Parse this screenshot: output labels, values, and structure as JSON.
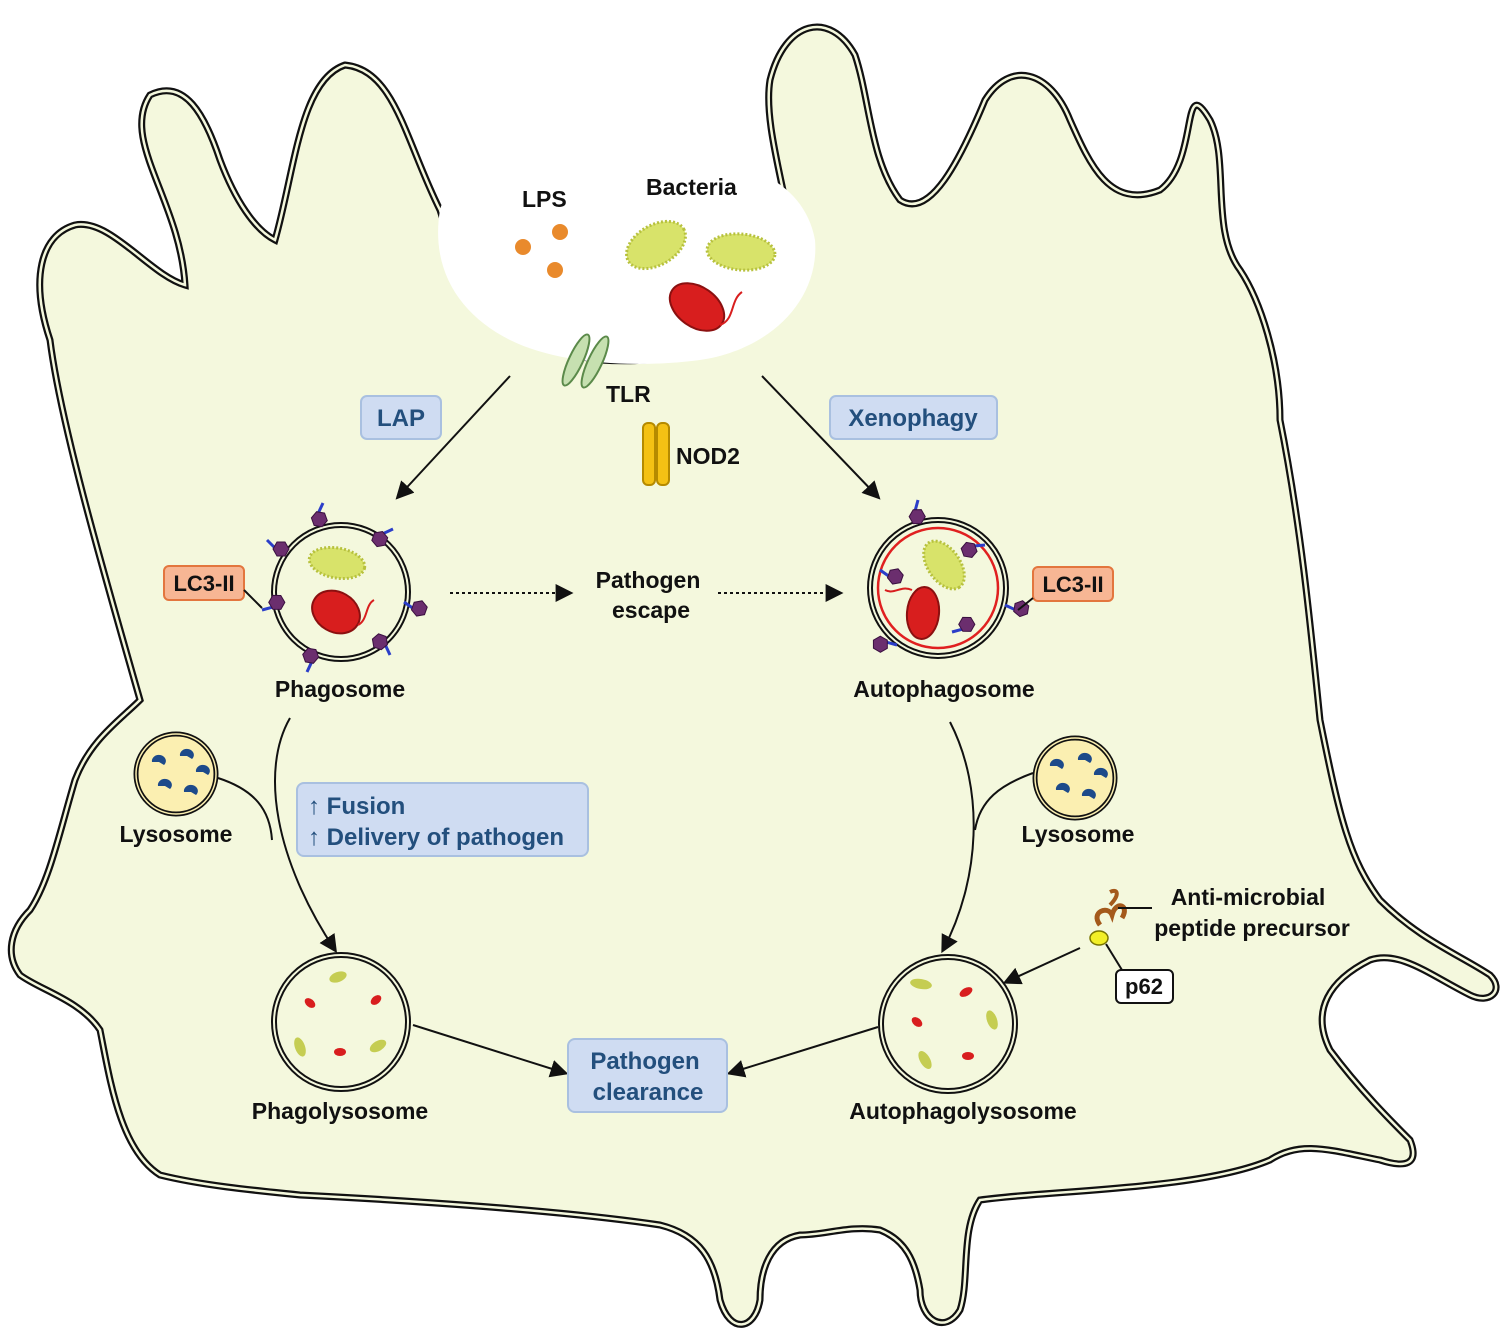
{
  "labels": {
    "lps": "LPS",
    "bacteria": "Bacteria",
    "tlr": "TLR",
    "nod2": "NOD2",
    "lap": "LAP",
    "xenophagy": "Xenophagy",
    "lc3_left": "LC3-II",
    "lc3_right": "LC3-II",
    "pathogen_escape_1": "Pathogen",
    "pathogen_escape_2": "escape",
    "phagosome": "Phagosome",
    "autophagosome": "Autophagosome",
    "lysosome_left": "Lysosome",
    "lysosome_right": "Lysosome",
    "fusion": "↑ Fusion",
    "delivery": "↑ Delivery of pathogen",
    "amp_1": "Anti-microbial",
    "amp_2": "peptide precursor",
    "p62": "p62",
    "phagolysosome": "Phagolysosome",
    "autophagolysosome": "Autophagolysosome",
    "clearance_1": "Pathogen",
    "clearance_2": "clearance"
  },
  "colors": {
    "cell_fill": "#f4f8dd",
    "blue_box": "#cfdcf2",
    "blue_box_stroke": "#a9c0e0",
    "blue_text": "#234f7d",
    "lc3_box": "#f7b694",
    "lc3_stroke": "#e3763e",
    "bacteria_green": "#d8e36a",
    "bacteria_red": "#d81e1e",
    "lps_orange": "#e98a2c",
    "tlr_green": "#c6e0b0",
    "nod2_yellow": "#f4c114",
    "lc3_marker": "#6b2e6e"
  }
}
